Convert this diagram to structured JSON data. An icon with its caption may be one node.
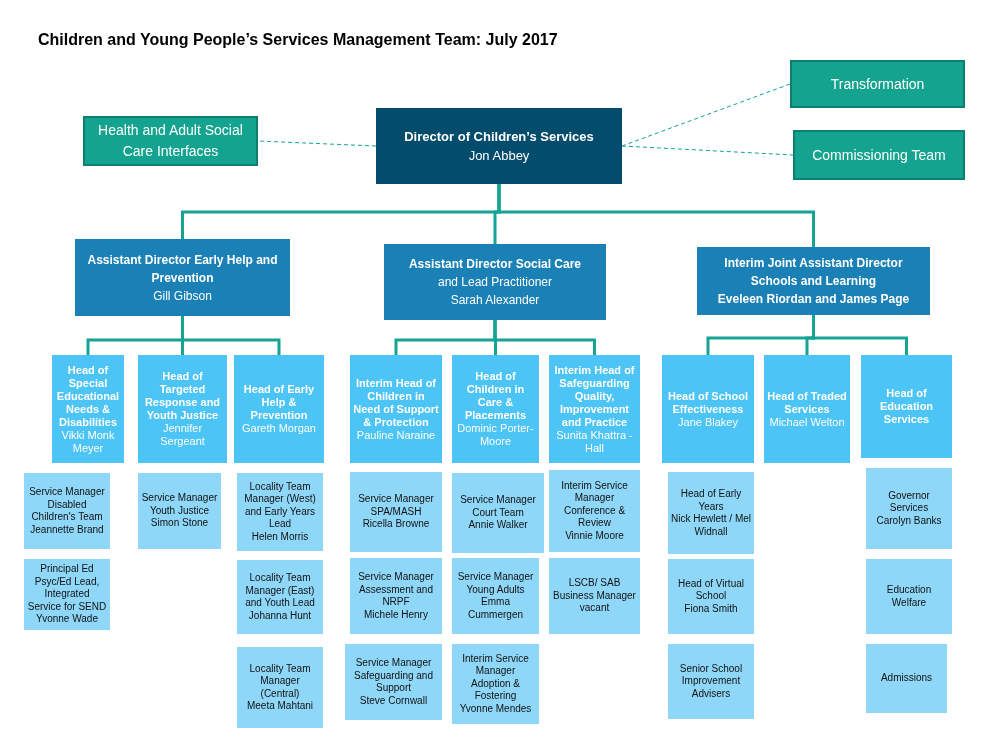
{
  "diagram": {
    "title": "Children and Young People’s Services Management Team:  July 2017",
    "nodes": [
      {
        "text": [
          "Transformation"
        ]
      },
      {
        "text": [
          "Health and Adult Social Care Interfaces"
        ]
      },
      {
        "text": [
          "Director of Children’s Services",
          "Jon Abbey"
        ]
      },
      {
        "text": [
          "Commissioning Team"
        ]
      },
      {
        "text": [
          "Assistant Director Early Help and Prevention",
          "Gill Gibson"
        ]
      },
      {
        "text": [
          "Assistant Director Social Care",
          "and Lead Practitioner",
          "Sarah Alexander"
        ]
      },
      {
        "text": [
          "Interim Joint Assistant Director Schools and  Learning",
          "Eveleen Riordan and James Page"
        ]
      },
      {
        "text": [
          "Head of Special Educational Needs & Disabilities",
          "Vikki Monk Meyer"
        ]
      },
      {
        "text": [
          "Head of Targeted Response and Youth Justice",
          "Jennifer Sergeant"
        ]
      },
      {
        "text": [
          "Head of Early Help & Prevention",
          "Gareth Morgan"
        ]
      },
      {
        "text": [
          "Interim Head of Children in Need of Support & Protection",
          "Pauline Naraine"
        ]
      },
      {
        "text": [
          "Head of Children in Care & Placements",
          "Dominic Porter-Moore"
        ]
      },
      {
        "text": [
          "Interim Head of Safeguarding Quality, Improvement and Practice",
          "Sunita Khattra -Hall"
        ]
      },
      {
        "text": [
          "Head of School Effectiveness",
          "Jane Blakey"
        ]
      },
      {
        "text": [
          "Head of Traded Services",
          "Michael Welton"
        ]
      },
      {
        "text": [
          "Head of Education Services"
        ]
      },
      {
        "text": [
          "Service Manager Disabled Children's Team",
          "Jeannette Brand"
        ]
      },
      {
        "text": [
          "Principal Ed Psyc/Ed Lead, Integrated Service for SEND",
          "Yvonne Wade"
        ]
      },
      {
        "text": [
          "Service Manager Youth Justice",
          "Simon Stone"
        ]
      },
      {
        "text": [
          "Locality Team Manager (West) and Early Years Lead",
          "Helen Morris"
        ]
      },
      {
        "text": [
          "Locality Team Manager (East) and Youth Lead",
          "Johanna Hunt"
        ]
      },
      {
        "text": [
          "Locality Team Manager (Central)",
          "Meeta Mahtani"
        ]
      },
      {
        "text": [
          "Service Manager SPA/MASH",
          "Ricella Browne"
        ]
      },
      {
        "text": [
          "Service Manager Assessment and NRPF",
          "Michele Henry"
        ]
      },
      {
        "text": [
          "Service Manager Safeguarding and Support",
          "Steve  Cornwall"
        ]
      },
      {
        "text": [
          "Service Manager Court Team",
          "Annie Walker"
        ]
      },
      {
        "text": [
          "Service Manager Young Adults",
          "Emma Cummergen"
        ]
      },
      {
        "text": [
          "Interim Service Manager Adoption & Fostering",
          "Yvonne Mendes"
        ]
      },
      {
        "text": [
          "Interim Service Manager Conference & Review",
          "Vinnie Moore"
        ]
      },
      {
        "text": [
          "LSCB/ SAB Business Manager",
          "vacant"
        ]
      },
      {
        "text": [
          "Head of  Early Years",
          "Nick Hewlett / Mel Widnall"
        ]
      },
      {
        "text": [
          "Head of Virtual School",
          "Fiona  Smith"
        ]
      },
      {
        "text": [
          "Senior School Improvement Advisers"
        ]
      },
      {
        "text": [
          "Governor Services",
          "Carolyn Banks"
        ]
      },
      {
        "text": [
          "Education Welfare"
        ]
      },
      {
        "text": [
          "Admissions"
        ]
      }
    ],
    "edges": [
      {
        "from": 2,
        "to": 1,
        "arrow": "none",
        "style": "dashed"
      },
      {
        "from": 2,
        "to": 0,
        "arrow": "none",
        "style": "dashed"
      },
      {
        "from": 2,
        "to": 3,
        "arrow": "none",
        "style": "dashed"
      },
      {
        "from": 2,
        "to": 4,
        "arrow": "none"
      },
      {
        "from": 2,
        "to": 5,
        "arrow": "none"
      },
      {
        "from": 2,
        "to": 6,
        "arrow": "none"
      },
      {
        "from": 4,
        "to": 7,
        "arrow": "none"
      },
      {
        "from": 4,
        "to": 8,
        "arrow": "none"
      },
      {
        "from": 4,
        "to": 9,
        "arrow": "none"
      },
      {
        "from": 5,
        "to": 10,
        "arrow": "none"
      },
      {
        "from": 5,
        "to": 11,
        "arrow": "none"
      },
      {
        "from": 5,
        "to": 12,
        "arrow": "none"
      },
      {
        "from": 6,
        "to": 13,
        "arrow": "none"
      },
      {
        "from": 6,
        "to": 14,
        "arrow": "none"
      },
      {
        "from": 6,
        "to": 15,
        "arrow": "none"
      }
    ]
  }
}
